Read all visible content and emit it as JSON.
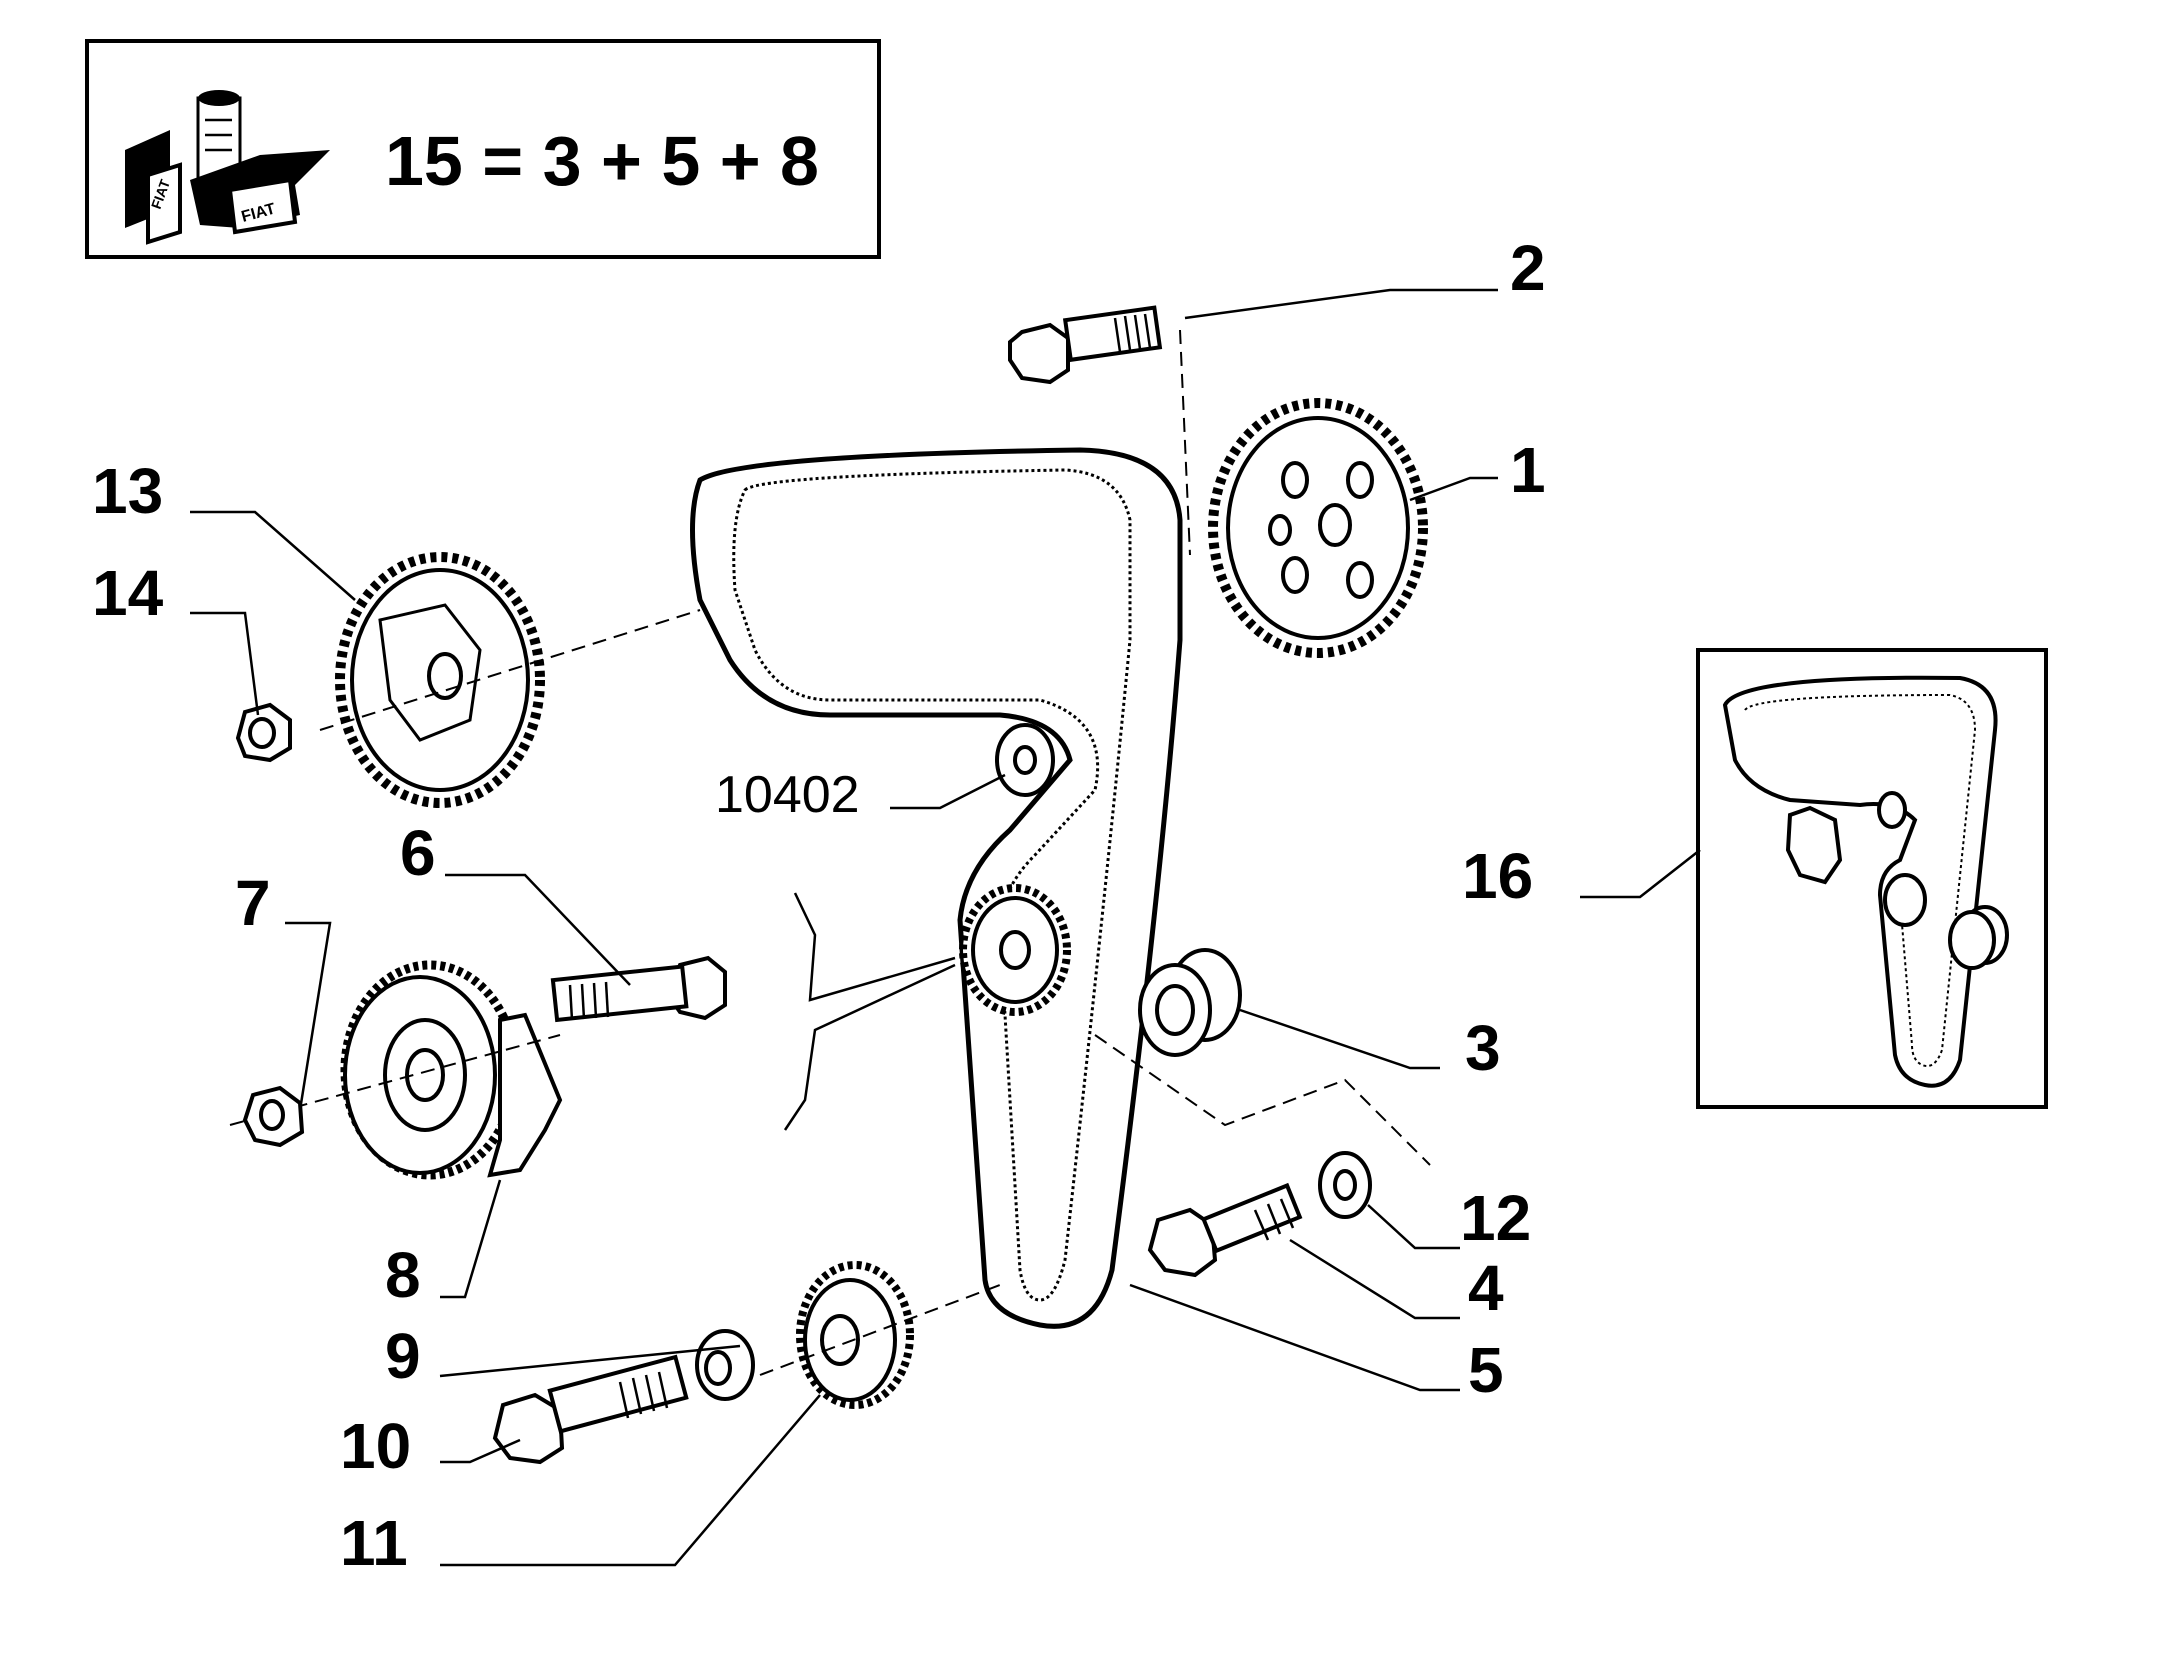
{
  "kit_box": {
    "formula": "15 = 3 + 5 + 8",
    "logo_text": "FIAT",
    "icon": "parts-kit-icon"
  },
  "reference_label": "10402",
  "callouts": [
    "1",
    "2",
    "3",
    "4",
    "5",
    "6",
    "7",
    "8",
    "9",
    "10",
    "11",
    "12",
    "13",
    "14",
    "16"
  ],
  "inset": {
    "callout": "16",
    "description_icon": "timing-belt-inset"
  }
}
